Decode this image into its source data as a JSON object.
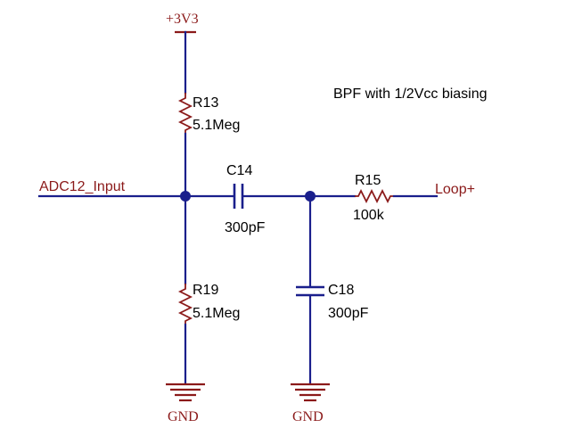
{
  "note": "BPF with 1/2Vcc biasing",
  "power": {
    "vcc_label": "+3V3",
    "gnd_left_label": "GND",
    "gnd_right_label": "GND"
  },
  "nets": {
    "input": "ADC12_Input",
    "output": "Loop+"
  },
  "components": {
    "r13": {
      "ref": "R13",
      "value": "5.1Meg"
    },
    "r19": {
      "ref": "R19",
      "value": "5.1Meg"
    },
    "c14": {
      "ref": "C14",
      "value": "300pF"
    },
    "r15": {
      "ref": "R15",
      "value": "100k"
    },
    "c18": {
      "ref": "C18",
      "value": "300pF"
    }
  },
  "colors": {
    "wire": "#1a1f8c",
    "power_symbol": "#8b1a1a",
    "text": "#000000"
  }
}
